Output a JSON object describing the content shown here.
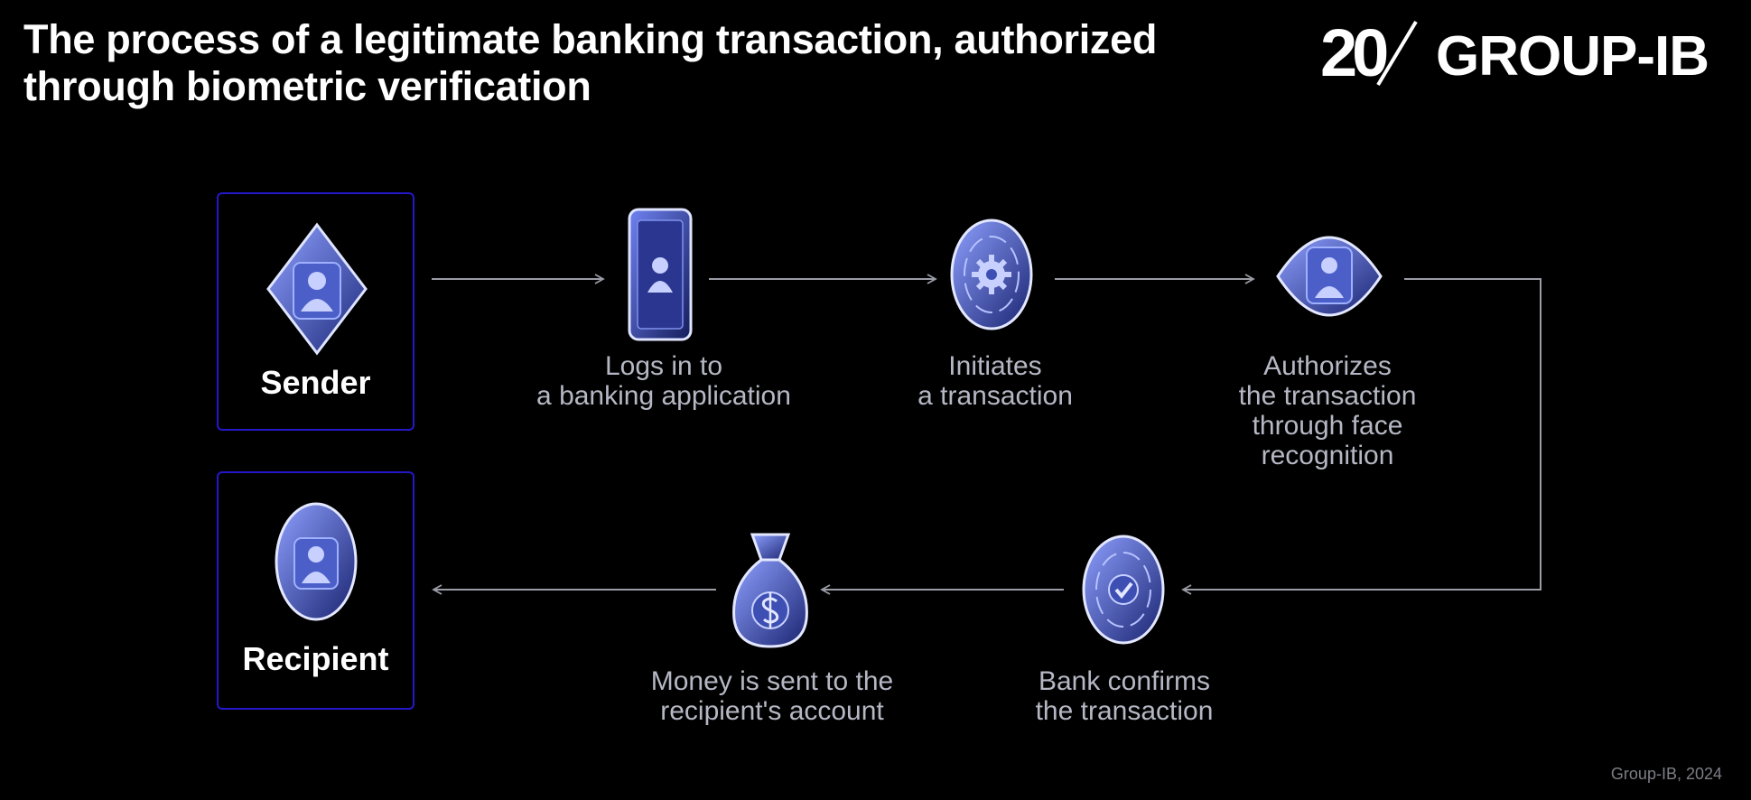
{
  "title": "The process of a legitimate banking transaction, authorized\nthrough biometric verification",
  "logo": {
    "number": "20",
    "text": "GROUP-IB"
  },
  "nodes": {
    "sender": "Sender",
    "recipient": "Recipient"
  },
  "steps": [
    "Logs in to\na banking application",
    "Initiates\na transaction",
    "Authorizes\nthe transaction\nthrough face\nrecognition",
    "Bank confirms\nthe transaction",
    "Money is sent to the\nrecipient's account"
  ],
  "footer": "Group-IB, 2024",
  "icons": [
    "user-diamond-icon",
    "phone-user-icon",
    "gear-cycle-icon",
    "face-eye-icon",
    "check-cycle-icon",
    "money-bag-icon",
    "user-coin-icon"
  ],
  "colors": {
    "accent": "#2418c8",
    "icon_fill": "#3d4fb3",
    "label": "#b5b8c4",
    "arrow": "#9a9ca6",
    "background": "#000000"
  }
}
